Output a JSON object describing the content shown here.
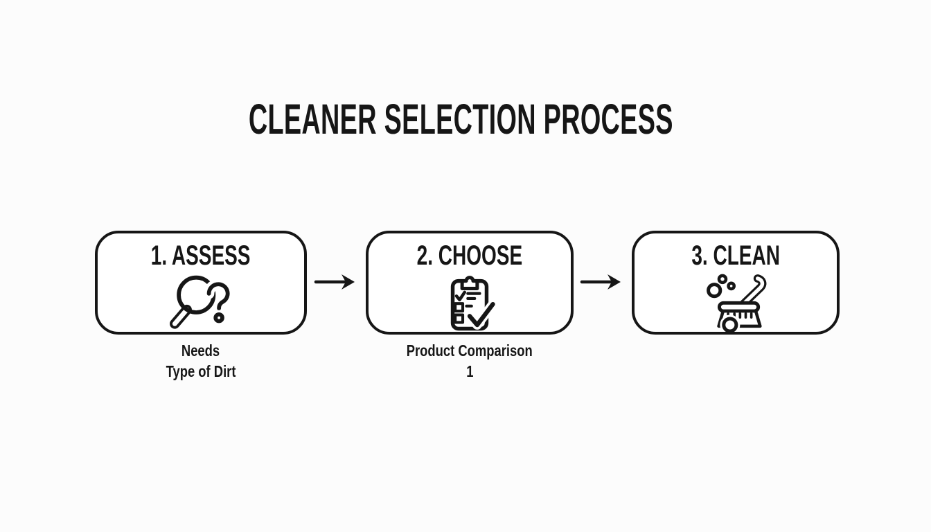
{
  "title": "CLEANER SELECTION PROCESS",
  "colors": {
    "ink": "#161616",
    "background": "#fcfcfc"
  },
  "steps": [
    {
      "label": "1. ASSESS",
      "icon": "magnifier-question-icon",
      "caption_line1": "Needs",
      "caption_line2": "Type of Dirt"
    },
    {
      "label": "2. CHOOSE",
      "icon": "clipboard-checklist-icon",
      "caption_line1": "Product Comparison",
      "caption_line2": "1"
    },
    {
      "label": "3. CLEAN",
      "icon": "cleaning-brush-icon"
    }
  ],
  "connector": {
    "icon": "right-arrow-icon"
  }
}
